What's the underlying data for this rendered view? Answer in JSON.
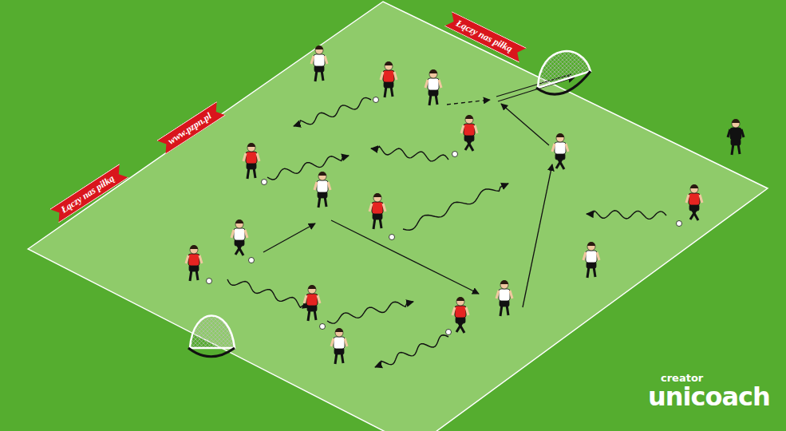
{
  "diagram": {
    "labels": [
      "Łączy nas piłką",
      "www.pzpn.pl",
      "Łączy nas piłką",
      "creator",
      "unicoach"
    ]
  }
}
